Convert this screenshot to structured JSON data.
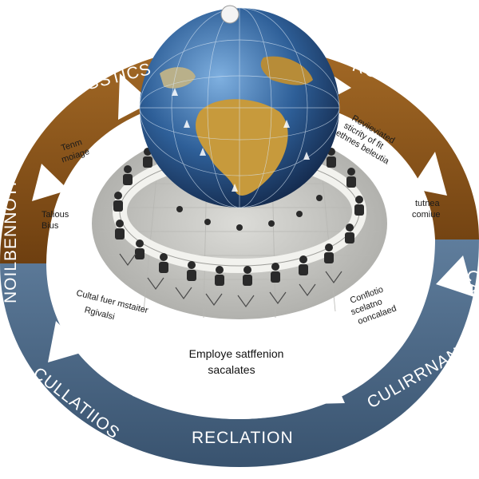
{
  "ring": {
    "top_segments": [
      "LOGSTICS",
      "ROMLAATOIOS"
    ],
    "bottom_segments": [
      "CULLATIIOS",
      "RECLATION",
      "CULIRRNANGE"
    ],
    "left_edge": "NOILBENNOTIONS",
    "right_edge_top": "C",
    "right_edge_bottom": "CA"
  },
  "inner_labels": {
    "tenn_moiage": [
      "Tenm",
      "moiage"
    ],
    "tallious_bius": [
      "Talious",
      "Bius"
    ],
    "reviewed_ability": [
      "Reviieviated",
      "sticrity of fit",
      "ethnes beleutia"
    ],
    "tutnea_comiue": [
      "tutnea",
      "comiue"
    ],
    "cultural_rivalries": [
      "Cultal fuer mstaiter",
      "Rgivalsi"
    ],
    "conflict_resolution": [
      "Conflotio",
      "scelatno",
      "ooncalaed"
    ]
  },
  "center_text": [
    "Employe satffenion",
    "sacalates"
  ],
  "colors": {
    "brown_band": "#8a5418",
    "blue_band": "#4a6785",
    "globe_ocean": "#2e5f98",
    "globe_land": "#c79a3c",
    "table": "#f2f2ee",
    "floor": "#c9c9c5"
  },
  "icons": [
    "globe-icon",
    "conference-table-icon",
    "curved-arrow-icon"
  ]
}
